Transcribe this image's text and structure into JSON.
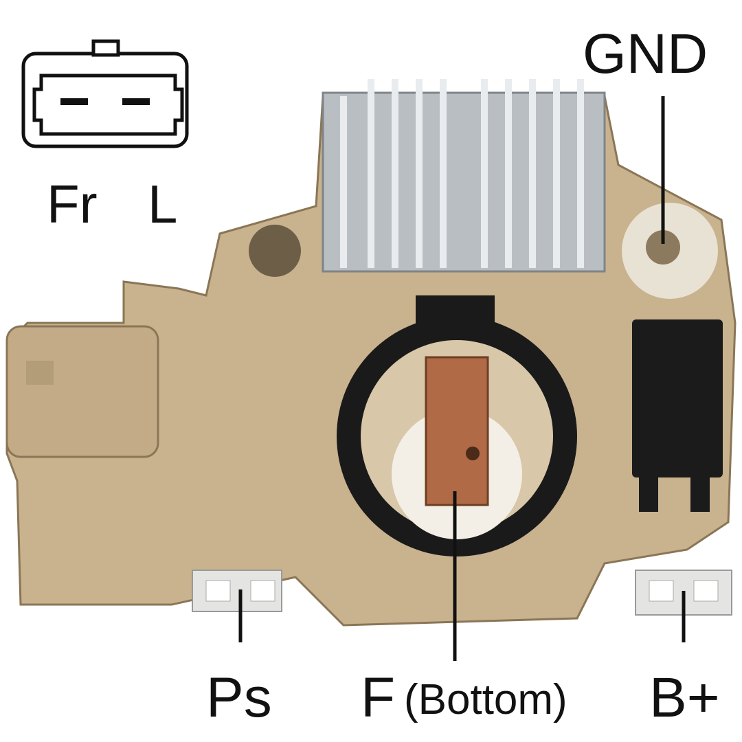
{
  "labels": {
    "gnd": "GND",
    "fr": "Fr",
    "l": "L",
    "ps": "Ps",
    "f": "F",
    "f_note": "(Bottom)",
    "b_plus": "B+"
  },
  "colors": {
    "housing": "#c9b28e",
    "heatsink": "#b9bec2",
    "seal": "#1a1a1a",
    "brush": "#b06a45",
    "terminal": "#e4e4e2",
    "leader": "#111111"
  }
}
